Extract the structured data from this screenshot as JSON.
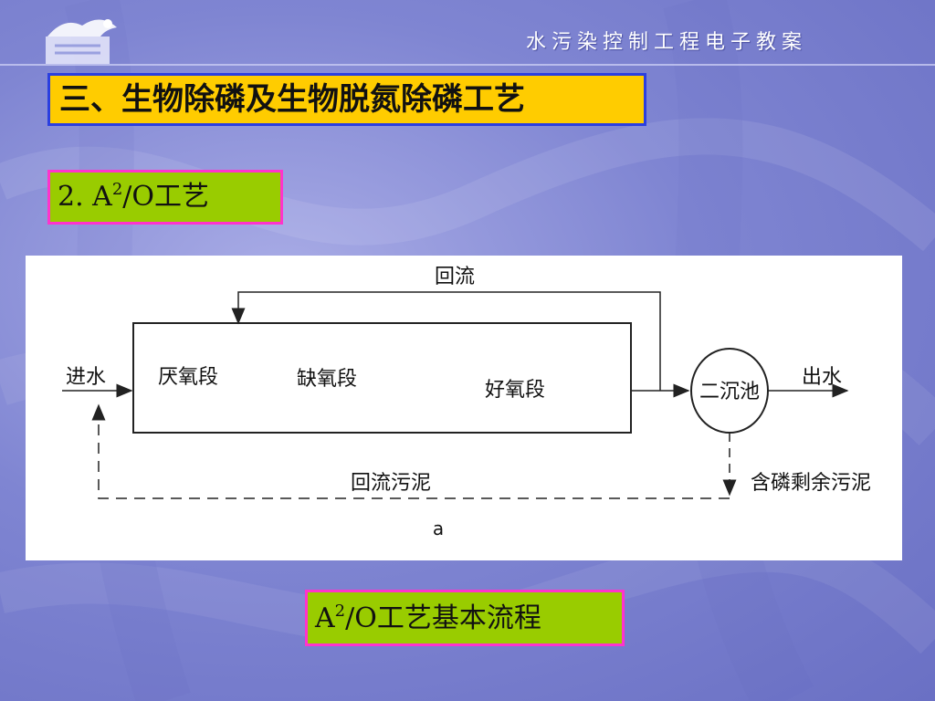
{
  "header": {
    "course_title": "水污染控制工程电子教案"
  },
  "section_title": "三、生物除磷及生物脱氮除磷工艺",
  "subtitle": {
    "prefix": "2. A",
    "sup": "2",
    "suffix": "/O工艺"
  },
  "diagram": {
    "return_flow_label": "回流",
    "influent_label": "进水",
    "anaerobic_label": "厌氧段",
    "anoxic_label": "缺氧段",
    "aerobic_label": "好氧段",
    "clarifier_label": "二沉池",
    "effluent_label": "出水",
    "return_sludge_label": "回流污泥",
    "excess_sludge_label": "含磷剩余污泥",
    "figure_letter": "a"
  },
  "caption": {
    "prefix": "A",
    "sup": "2",
    "suffix": "/O工艺基本流程"
  },
  "colors": {
    "title_bg": "#ffcc00",
    "title_border": "#2b3fe0",
    "box_bg": "#99cc00",
    "box_border": "#ff33cc"
  }
}
